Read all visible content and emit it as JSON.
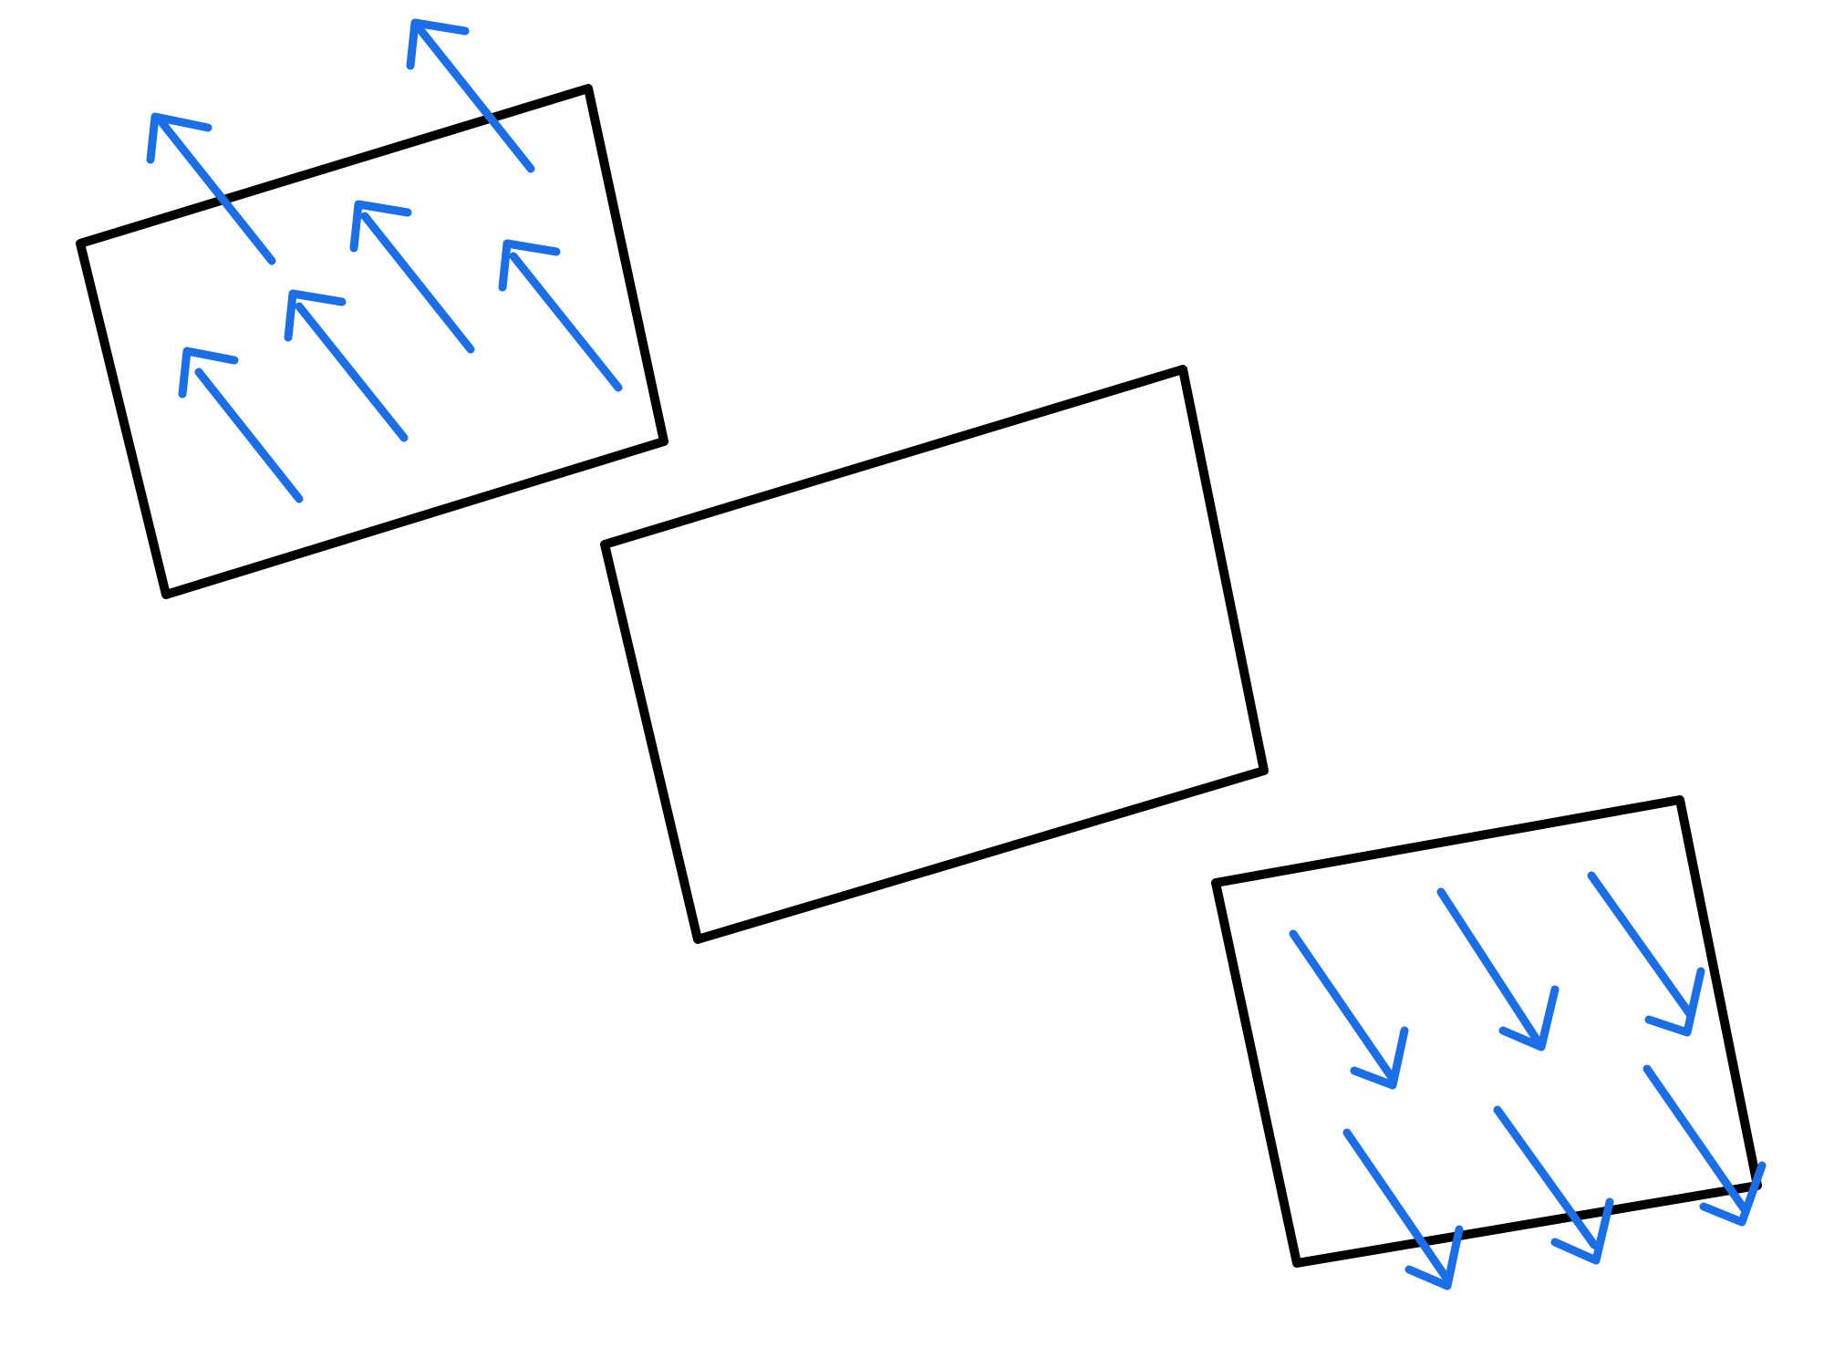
{
  "colors": {
    "background": "#ffffff",
    "outline": "#000000",
    "arrow": "#1a6ee8"
  },
  "diagram": {
    "panels": [
      {
        "name": "left-panel",
        "arrow_direction": "up-left",
        "arrow_count": 6
      },
      {
        "name": "center-panel",
        "arrow_direction": "none",
        "arrow_count": 0
      },
      {
        "name": "right-panel",
        "arrow_direction": "down-right",
        "arrow_count": 6
      }
    ]
  }
}
